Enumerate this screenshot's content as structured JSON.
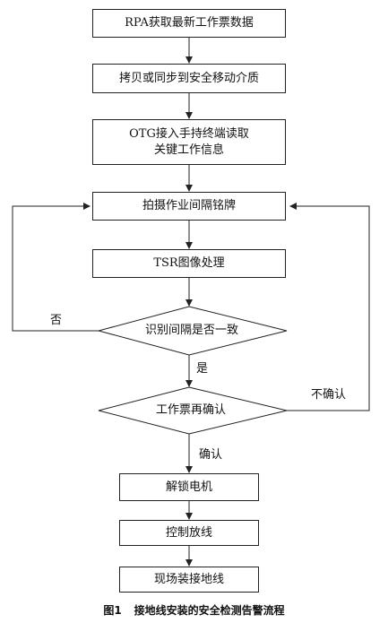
{
  "flow": {
    "step1": "RPA获取最新工作票数据",
    "step2": "拷贝或同步到安全移动介质",
    "step3_line1": "OTG接入手持终端读取",
    "step3_line2": "关键工作信息",
    "step4": "拍摄作业间隔铭牌",
    "step5": "TSR图像处理",
    "decision1": "识别间隔是否一致",
    "decision2": "工作票再确认",
    "step6": "解锁电机",
    "step7": "控制放线",
    "step8": "现场装接地线"
  },
  "edges": {
    "no": "否",
    "yes": "是",
    "not_confirmed": "不确认",
    "confirmed": "确认"
  },
  "caption": {
    "figure_no": "图1",
    "title": "接地线安装的安全检测告警流程"
  }
}
